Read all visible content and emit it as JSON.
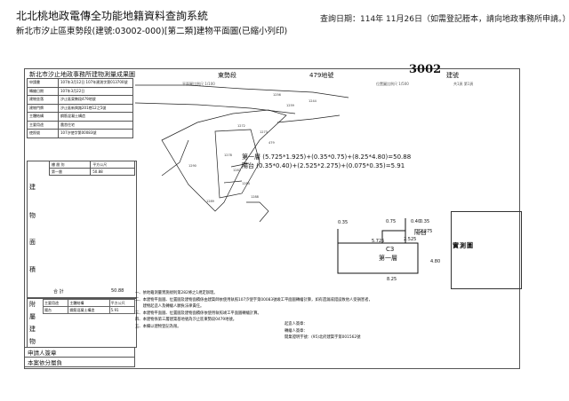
{
  "header": {
    "title": "北北桃地政電傳全功能地籍資料查詢系統",
    "subtitle": "新北市汐止區東勢段(建號:03002-000)[第二類]建物平面圖(已縮小列印)",
    "query_date": "查詢日期：114年 11月26日（如需登記謄本，請向地政事務所申請。）"
  },
  "sheet": {
    "title": "新北市汐止地政事務所建物測量成果圖",
    "section": "東勢段",
    "lot": "479地號",
    "building_no": "3002",
    "building_suffix": "建號",
    "scale_left": "平面圖比例尺 1/100",
    "scale_mid": "位置圖比例尺 1/500",
    "scale_right": "共1頁 第1頁"
  },
  "left_table": [
    {
      "k": "申請書",
      "v": "107年3月12日 107年建測字第013700號"
    },
    {
      "k": "轉繪日期",
      "v": "107年3月22日"
    },
    {
      "k": "建物坐落",
      "v": "汐止區東勢段479地號"
    },
    {
      "k": "建物門牌",
      "v": "汐止區新興路201巷12之5號"
    },
    {
      "k": "主體結構",
      "v": "鋼筋混凝土構造"
    },
    {
      "k": "主要用途",
      "v": "農舍住宅"
    },
    {
      "k": "使照號",
      "v": "107汐使字第00083號"
    }
  ],
  "floor_table": {
    "head1": "樓 層 別",
    "head2": "平方公尺",
    "floor": "第一層",
    "area": "50.88",
    "total_label": "合 計",
    "total_value": "50.88"
  },
  "vertical_labels": [
    "建",
    "物",
    "面",
    "積"
  ],
  "bottom_left": {
    "labels": [
      "附",
      "屬",
      "建",
      "物"
    ],
    "head": [
      "主要用途",
      "主體結構",
      "平方公尺"
    ],
    "row": [
      "陽台",
      "鋼筋混凝土構造",
      "5.91"
    ]
  },
  "notes": {
    "lines": [
      "一、依地籍測量實施規則第282條之1規定辦理。",
      "二、本建物平面圖、位置圖及建物面積係由建築師依使用執照107汐使字第00083號竣工平面圖轉繪計算，如有遺漏或錯誤致他人受損害者，",
      "　　建物起造人及轉繪人願負法律責任。",
      "三、本建物平面圖、位置圖及建物面積係依使用執照竣工平面圖轉繪計算。",
      "四、本建物係第三層建築基地號為汐止區東勢段0479地號。",
      "五、本欄以建物登記為限。"
    ],
    "right_lines": [
      "起造人簽章：",
      "轉繪人簽章：",
      "開業證明字號：(95)北府建築字第001562號"
    ]
  },
  "area_formula": {
    "floor1": "第一層 (5.725*1.925)+(0.35*0.75)+(8.25*4.80)=50.88",
    "balcony": "陽台 (0.35*0.40)+(2.525*2.275)+(0.075*0.35)=5.91"
  },
  "plan_labels": {
    "c3": "C3",
    "floor": "第一層",
    "balcony": "陽台",
    "dims": [
      "0.35",
      "0.75",
      "0.40",
      "5.725",
      "2.525",
      "8.25",
      "4.80",
      "0.35",
      "2.275"
    ]
  },
  "stamp": {
    "text": "實測圖"
  },
  "footer": {
    "row1": "申請人簽章",
    "row2": "本案依分層負"
  }
}
